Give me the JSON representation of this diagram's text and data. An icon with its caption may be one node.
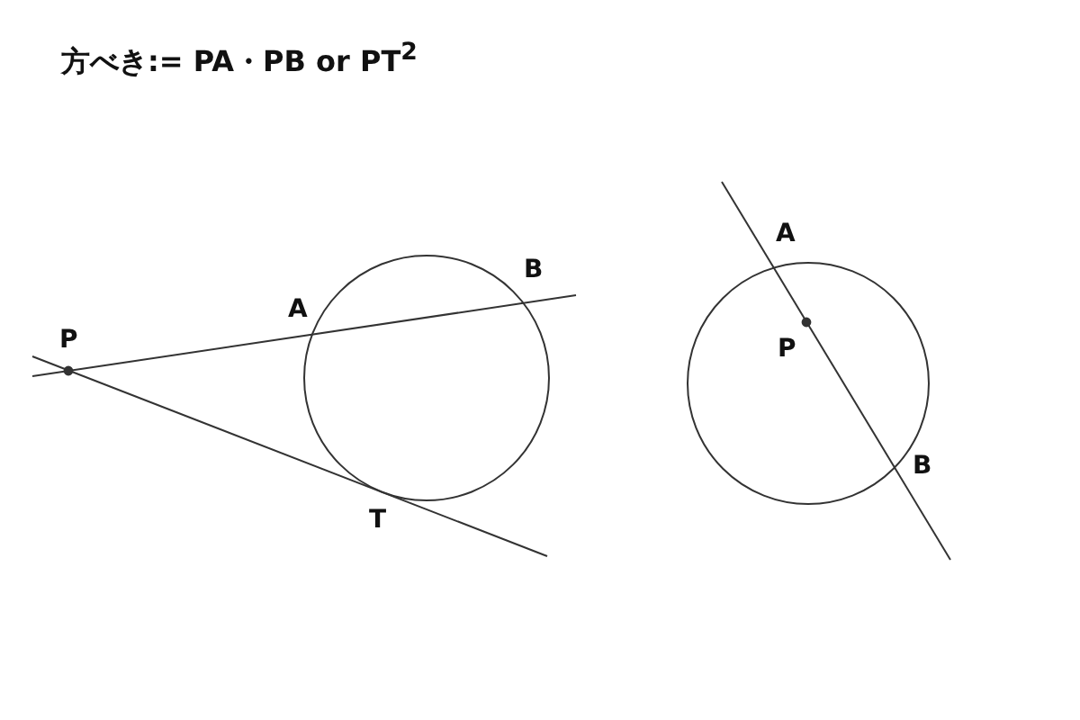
{
  "diagram": {
    "title": "方べき:= PA・PB or PT$^{2}$",
    "labels": [
      "P",
      "A",
      "B",
      "T",
      "A",
      "P",
      "B"
    ]
  }
}
